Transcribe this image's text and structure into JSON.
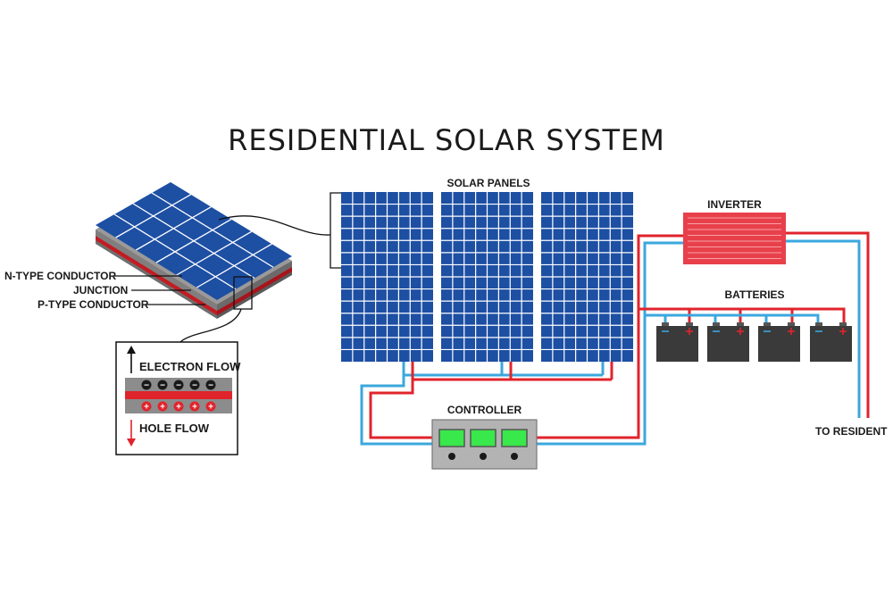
{
  "title": "RESIDENTIAL SOLAR SYSTEM",
  "labels": {
    "solar_panels": "SOLAR PANELS",
    "inverter": "INVERTER",
    "batteries": "BATTERIES",
    "controller": "CONTROLLER",
    "to_resident": "TO RESIDENT",
    "n_type": "N-TYPE CONDUCTOR",
    "junction": "JUNCTION",
    "p_type": "P-TYPE CONDUCTOR",
    "electron_flow": "ELECTRON FLOW",
    "hole_flow": "HOLE FLOW"
  },
  "symbols": {
    "negative": "−",
    "positive": "+"
  },
  "colors": {
    "panel_blue": "#1d4fa3",
    "wire_red": "#e0242c",
    "wire_blue": "#3ba7dd",
    "inverter_red": "#e8404b",
    "battery_dark": "#3a3a3a",
    "controller_gray": "#b3b3b3",
    "display_green": "#39e84a",
    "conductor_gray": "#8c8c8c"
  }
}
